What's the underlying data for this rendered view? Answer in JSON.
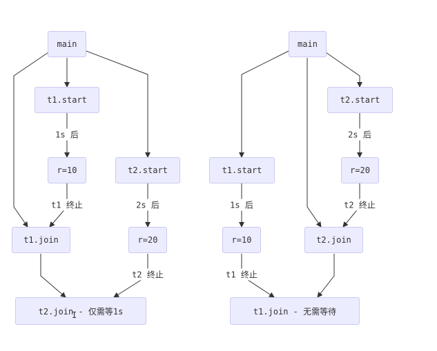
{
  "diagram_left": {
    "main": "main",
    "t1_start": "t1.start",
    "r10": "r=10",
    "t2_start": "t2.start",
    "r20": "r=20",
    "t1_join": "t1.join",
    "t2_join": "t2.join - 仅需等1s",
    "edge_1s": "1s 后",
    "edge_t1_end": "t1 终止",
    "edge_2s": "2s 后",
    "edge_t2_end": "t2 终止"
  },
  "diagram_right": {
    "main": "main",
    "t2_start": "t2.start",
    "r20": "r=20",
    "t1_start": "t1.start",
    "r10": "r=10",
    "t2_join": "t2.join",
    "t1_join": "t1.join - 无需等待",
    "edge_2s": "2s 后",
    "edge_t2_end": "t2 终止",
    "edge_1s": "1s 后",
    "edge_t1_end": "t1 终止"
  },
  "colors": {
    "node_fill": "#ececff",
    "node_border": "#c9c9ef",
    "edge": "#333333"
  }
}
